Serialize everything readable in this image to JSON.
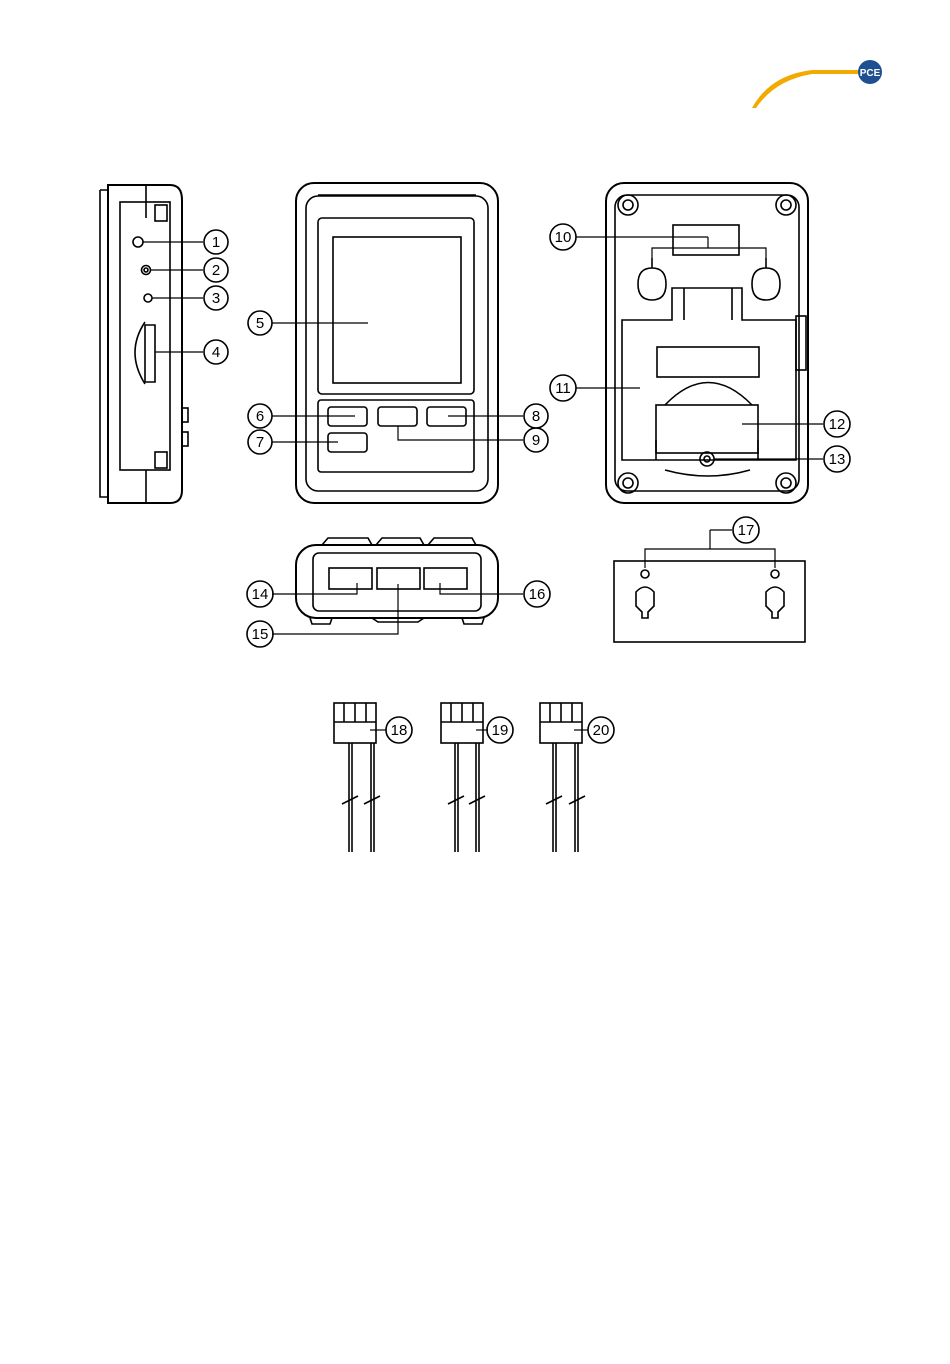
{
  "logo": {
    "brand_text": "PCE",
    "arc_color": "#F2A900",
    "badge_color": "#1D4F91"
  },
  "callouts": [
    "1",
    "2",
    "3",
    "4",
    "5",
    "6",
    "7",
    "8",
    "9",
    "10",
    "11",
    "12",
    "13",
    "14",
    "15",
    "16",
    "17",
    "18",
    "19",
    "20"
  ]
}
